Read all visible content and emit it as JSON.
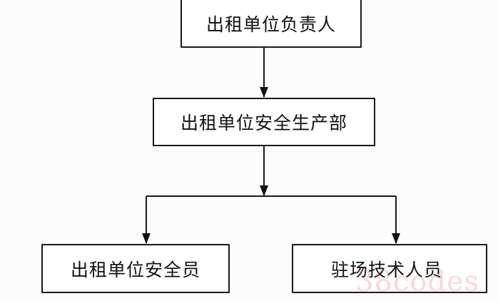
{
  "diagram": {
    "type": "org-chart",
    "nodes": [
      {
        "id": "top",
        "label": "出租单位负责人"
      },
      {
        "id": "mid",
        "label": "出租单位安全生产部"
      },
      {
        "id": "left",
        "label": "出租单位安全员"
      },
      {
        "id": "right",
        "label": "驻场技术人员"
      }
    ],
    "edges": [
      {
        "from": "top",
        "to": "mid"
      },
      {
        "from": "mid",
        "to": "left"
      },
      {
        "from": "mid",
        "to": "right"
      }
    ],
    "line_color": "#1a1a1a"
  },
  "watermark": {
    "text": "38codes",
    "color": "#e07878"
  }
}
